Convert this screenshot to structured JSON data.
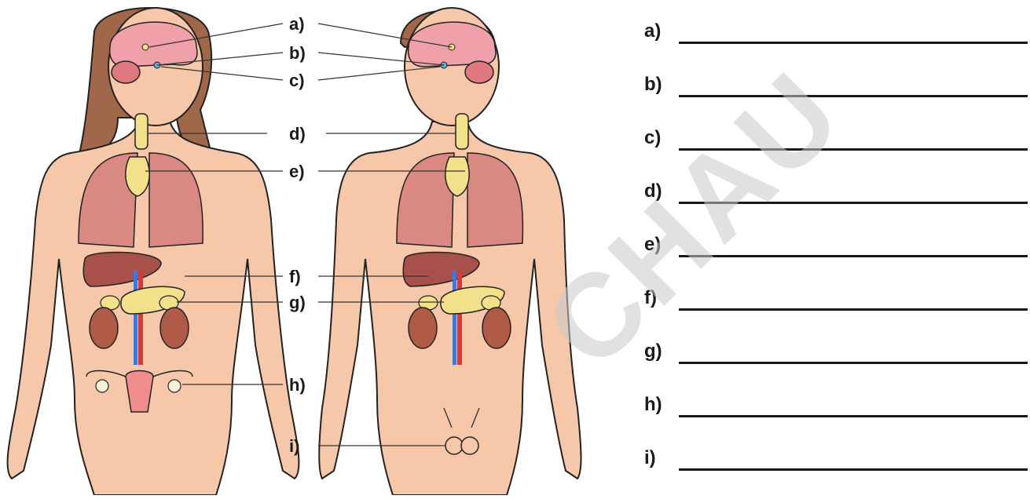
{
  "labels": [
    "a)",
    "b)",
    "c)",
    "d)",
    "e)",
    "f)",
    "g)",
    "h)",
    "i)"
  ],
  "answer_rows": [
    {
      "letter": "a)"
    },
    {
      "letter": "b)"
    },
    {
      "letter": "c)"
    },
    {
      "letter": "d)"
    },
    {
      "letter": "e)"
    },
    {
      "letter": "f)"
    },
    {
      "letter": "g)"
    },
    {
      "letter": "h)"
    },
    {
      "letter": "i)"
    }
  ],
  "watermark": "CHAU",
  "colors": {
    "skin": "#f7c7aa",
    "hair": "#a0674a",
    "brain": "#f0a0a8",
    "lung": "#d98882",
    "liver": "#a8504a",
    "kidney": "#b05a48",
    "gland": "#f2e08a",
    "artery": "#d83a3a",
    "vein": "#3a7ad8",
    "uterus": "#f08c8c"
  }
}
